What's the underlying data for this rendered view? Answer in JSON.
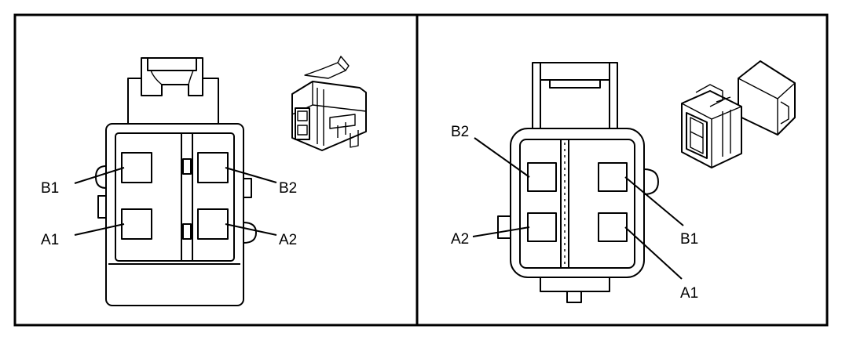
{
  "panels": [
    {
      "pins": [
        {
          "label": "B1"
        },
        {
          "label": "B2"
        },
        {
          "label": "A1"
        },
        {
          "label": "A2"
        }
      ]
    },
    {
      "pins": [
        {
          "label": "B2"
        },
        {
          "label": "A2"
        },
        {
          "label": "B1"
        },
        {
          "label": "A1"
        }
      ]
    }
  ],
  "colors": {
    "line": "#000000",
    "background": "#ffffff"
  }
}
